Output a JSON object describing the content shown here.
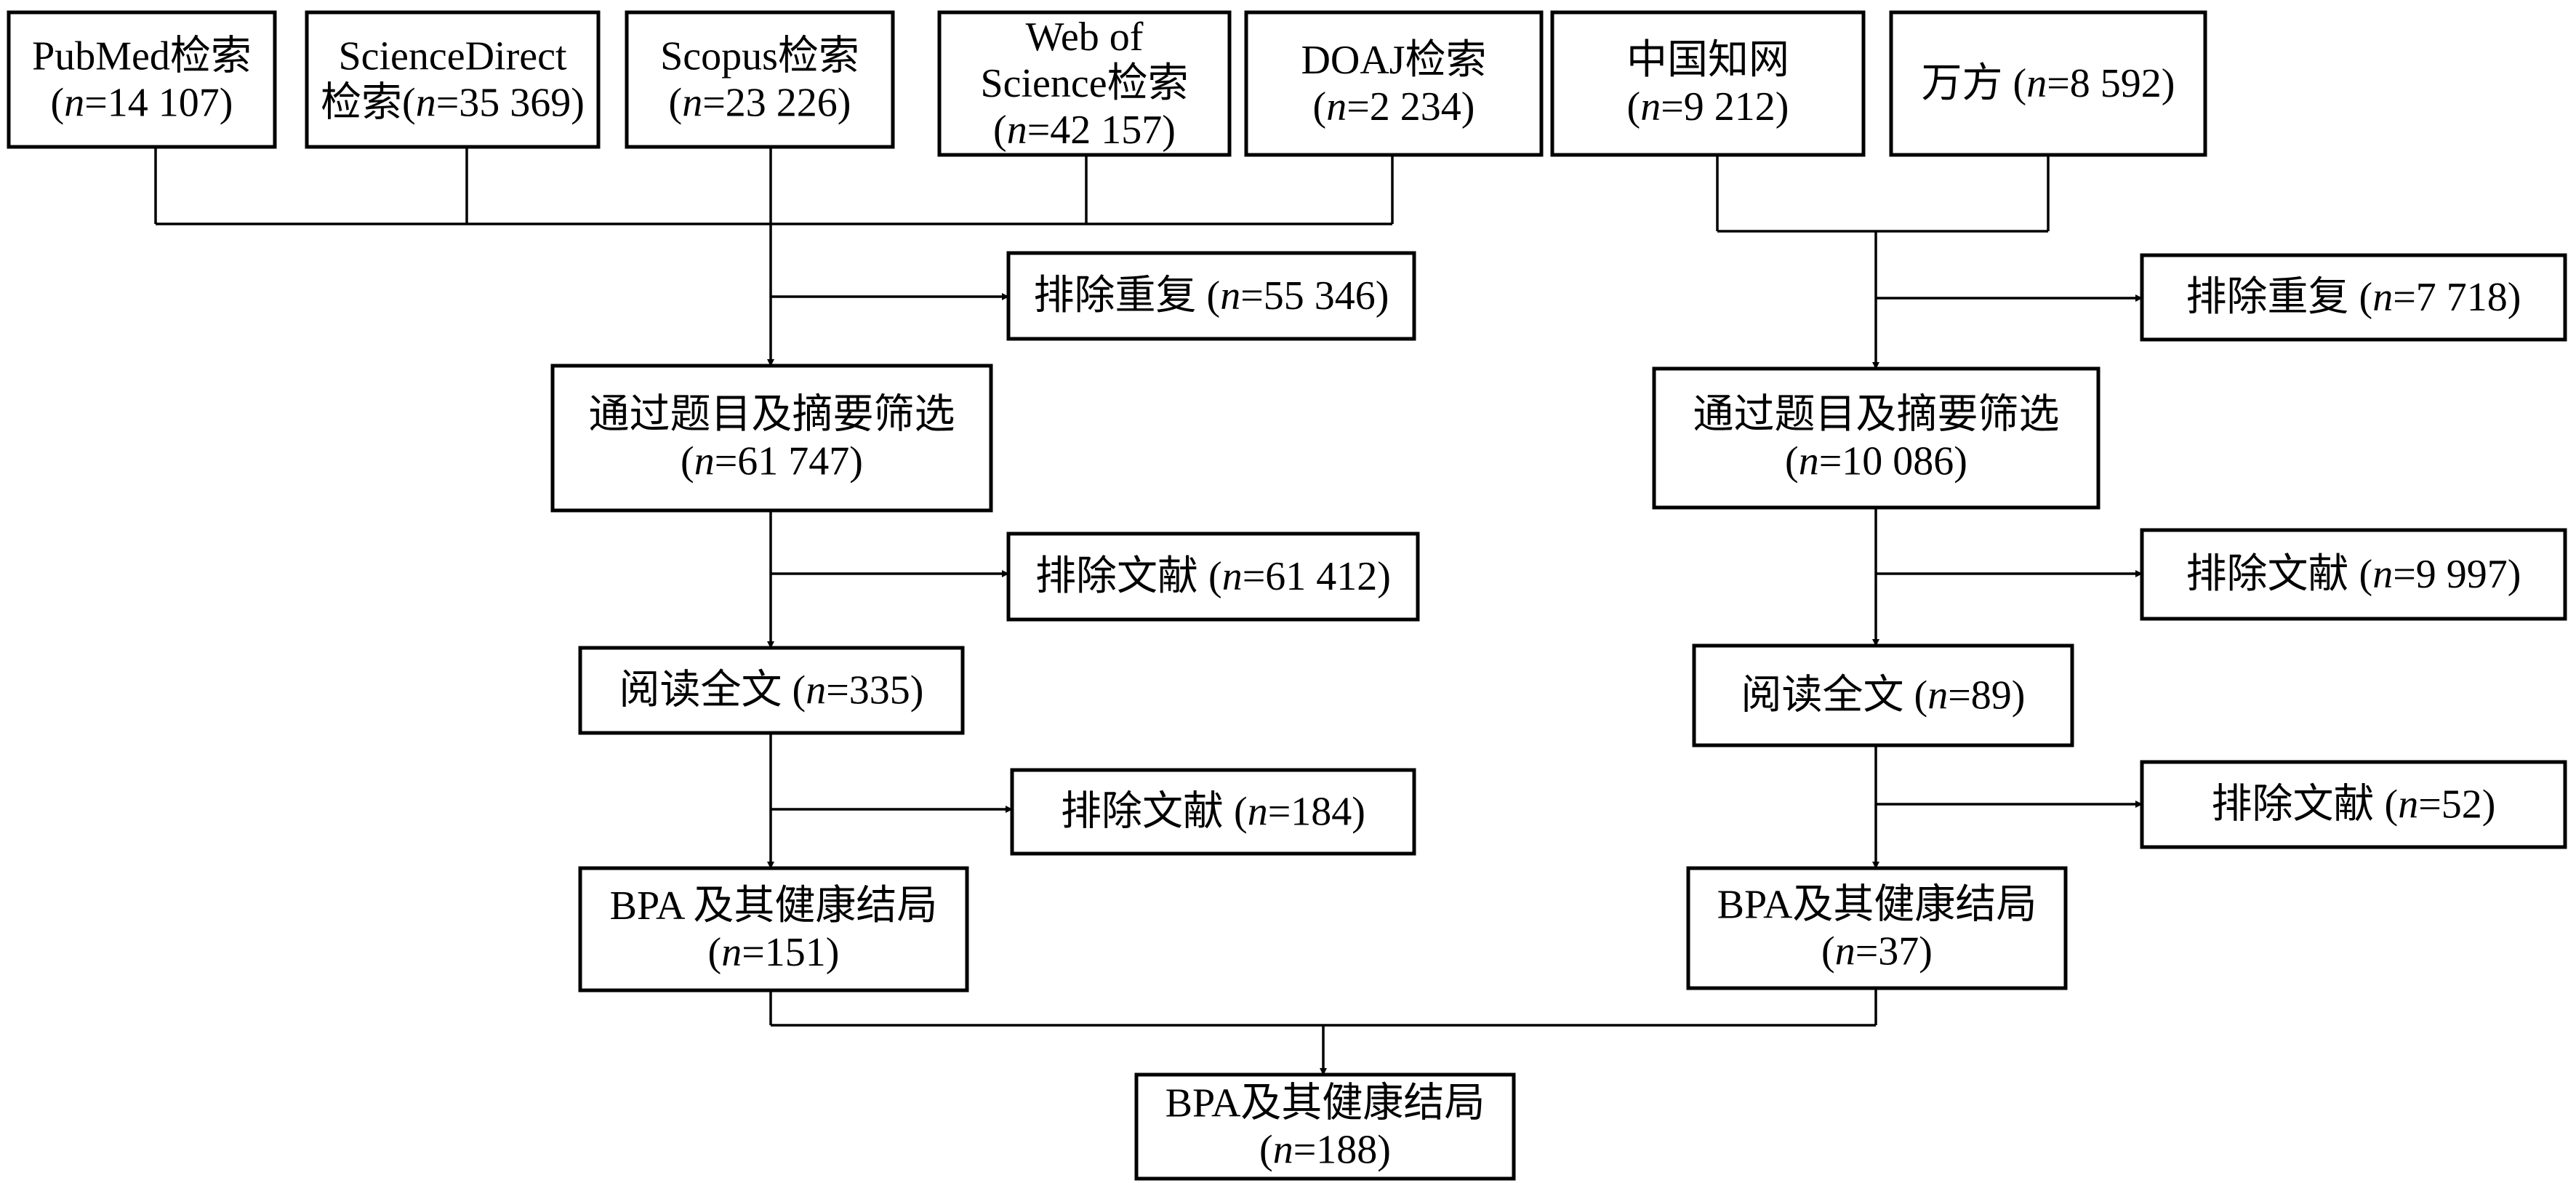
{
  "nodes": {
    "pubmed": {
      "lines": [
        {
          "pre": "PubMed检索",
          "val": ""
        },
        {
          "pre": "(",
          "n": "n",
          "val": "=14 107)"
        }
      ]
    },
    "sciencedirect": {
      "lines": [
        {
          "pre": "ScienceDirect",
          "val": ""
        },
        {
          "pre": "检索(",
          "n": "n",
          "val": "=35 369)"
        }
      ]
    },
    "scopus": {
      "lines": [
        {
          "pre": "Scopus检索",
          "val": ""
        },
        {
          "pre": "(",
          "n": "n",
          "val": "=23 226)"
        }
      ]
    },
    "wos": {
      "lines": [
        {
          "pre": "Web of",
          "val": ""
        },
        {
          "pre": "Science检索",
          "val": ""
        },
        {
          "pre": "(",
          "n": "n",
          "val": "=42 157)"
        }
      ]
    },
    "doaj": {
      "lines": [
        {
          "pre": "DOAJ检索",
          "val": ""
        },
        {
          "pre": "(",
          "n": "n",
          "val": "=2 234)"
        }
      ]
    },
    "cnki": {
      "lines": [
        {
          "pre": "中国知网",
          "val": ""
        },
        {
          "pre": "(",
          "n": "n",
          "val": "=9 212)"
        }
      ]
    },
    "wanfang": {
      "lines": [
        {
          "pre": "万方 (",
          "n": "n",
          "val": "=8 592)"
        }
      ]
    },
    "excl_dup_left": {
      "lines": [
        {
          "pre": "排除重复 (",
          "n": "n",
          "val": "=55 346)"
        }
      ]
    },
    "excl_dup_right": {
      "lines": [
        {
          "pre": "排除重复 (",
          "n": "n",
          "val": "=7 718)"
        }
      ]
    },
    "screen_left": {
      "lines": [
        {
          "pre": "通过题目及摘要筛选",
          "val": ""
        },
        {
          "pre": "(",
          "n": "n",
          "val": "=61 747)"
        }
      ]
    },
    "screen_right": {
      "lines": [
        {
          "pre": "通过题目及摘要筛选",
          "val": ""
        },
        {
          "pre": "(",
          "n": "n",
          "val": "=10 086)"
        }
      ]
    },
    "excl_lit1_left": {
      "lines": [
        {
          "pre": "排除文献 (",
          "n": "n",
          "val": "=61 412)"
        }
      ]
    },
    "excl_lit1_right": {
      "lines": [
        {
          "pre": "排除文献 (",
          "n": "n",
          "val": "=9 997)"
        }
      ]
    },
    "fulltext_left": {
      "lines": [
        {
          "pre": "阅读全文 (",
          "n": "n",
          "val": "=335)"
        }
      ]
    },
    "fulltext_right": {
      "lines": [
        {
          "pre": "阅读全文 (",
          "n": "n",
          "val": "=89)"
        }
      ]
    },
    "excl_lit2_left": {
      "lines": [
        {
          "pre": "排除文献  (",
          "n": "n",
          "val": "=184)"
        }
      ]
    },
    "excl_lit2_right": {
      "lines": [
        {
          "pre": "排除文献 (",
          "n": "n",
          "val": "=52)"
        }
      ]
    },
    "bpa_left": {
      "lines": [
        {
          "pre": "BPA 及其健康结局",
          "val": ""
        },
        {
          "pre": "(",
          "n": "n",
          "val": "=151)"
        }
      ]
    },
    "bpa_right": {
      "lines": [
        {
          "pre": "BPA及其健康结局",
          "val": ""
        },
        {
          "pre": "(",
          "n": "n",
          "val": "=37)"
        }
      ]
    },
    "bpa_total": {
      "lines": [
        {
          "pre": "BPA及其健康结局",
          "val": ""
        },
        {
          "pre": "(",
          "n": "n",
          "val": "=188)"
        }
      ]
    }
  }
}
